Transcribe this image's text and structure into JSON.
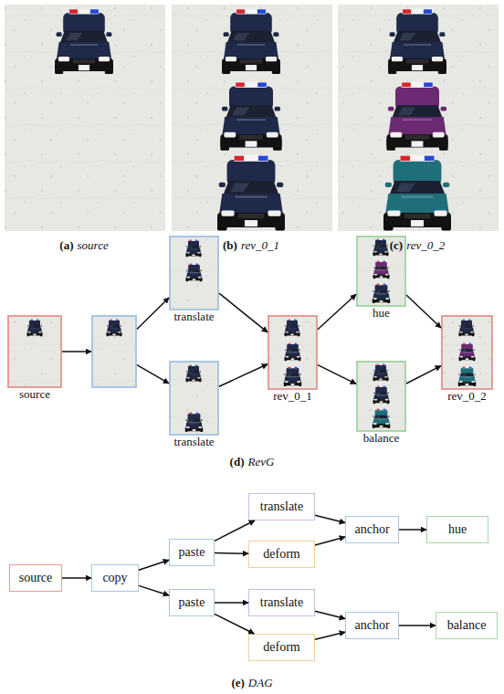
{
  "diagram": {
    "nodes": [
      {
        "text": [
          "source"
        ]
      },
      {
        "text": []
      },
      {
        "text": [
          "translate"
        ]
      },
      {
        "text": [
          "translate"
        ]
      },
      {
        "text": [
          "rev_0_1"
        ]
      },
      {
        "text": [
          "hue"
        ]
      },
      {
        "text": [
          "balance"
        ]
      },
      {
        "text": [
          "rev_0_2"
        ]
      },
      {
        "text": [
          "source"
        ]
      },
      {
        "text": [
          "copy"
        ]
      },
      {
        "text": [
          "paste"
        ]
      },
      {
        "text": [
          "paste"
        ]
      },
      {
        "text": [
          "translate"
        ]
      },
      {
        "text": [
          "deform"
        ]
      },
      {
        "text": [
          "translate"
        ]
      },
      {
        "text": [
          "deform"
        ]
      },
      {
        "text": [
          "anchor"
        ]
      },
      {
        "text": [
          "anchor"
        ]
      },
      {
        "text": [
          "hue"
        ]
      },
      {
        "text": [
          "balance"
        ]
      }
    ],
    "edges": [
      {
        "from": 0,
        "to": 1,
        "arrow": "to"
      },
      {
        "from": 1,
        "to": 2,
        "arrow": "to"
      },
      {
        "from": 1,
        "to": 3,
        "arrow": "to"
      },
      {
        "from": 2,
        "to": 4,
        "arrow": "to"
      },
      {
        "from": 3,
        "to": 4,
        "arrow": "to"
      },
      {
        "from": 4,
        "to": 5,
        "arrow": "to"
      },
      {
        "from": 4,
        "to": 6,
        "arrow": "to"
      },
      {
        "from": 5,
        "to": 7,
        "arrow": "to"
      },
      {
        "from": 6,
        "to": 7,
        "arrow": "to"
      },
      {
        "from": 8,
        "to": 9,
        "arrow": "to"
      },
      {
        "from": 9,
        "to": 10,
        "arrow": "to"
      },
      {
        "from": 9,
        "to": 11,
        "arrow": "to"
      },
      {
        "from": 10,
        "to": 12,
        "arrow": "to"
      },
      {
        "from": 10,
        "to": 13,
        "arrow": "to"
      },
      {
        "from": 11,
        "to": 14,
        "arrow": "to"
      },
      {
        "from": 11,
        "to": 15,
        "arrow": "to"
      },
      {
        "from": 12,
        "to": 16,
        "arrow": "to"
      },
      {
        "from": 13,
        "to": 16,
        "arrow": "to"
      },
      {
        "from": 14,
        "to": 17,
        "arrow": "to"
      },
      {
        "from": 15,
        "to": 17,
        "arrow": "to"
      },
      {
        "from": 16,
        "to": 18,
        "arrow": "to"
      },
      {
        "from": 17,
        "to": 19,
        "arrow": "to"
      }
    ],
    "labels": [
      "(a)",
      "source",
      "(b)",
      "rev_0_1",
      "(c)",
      "rev_0_2",
      "(d)",
      "RevG",
      "(e)",
      "DAG"
    ]
  }
}
